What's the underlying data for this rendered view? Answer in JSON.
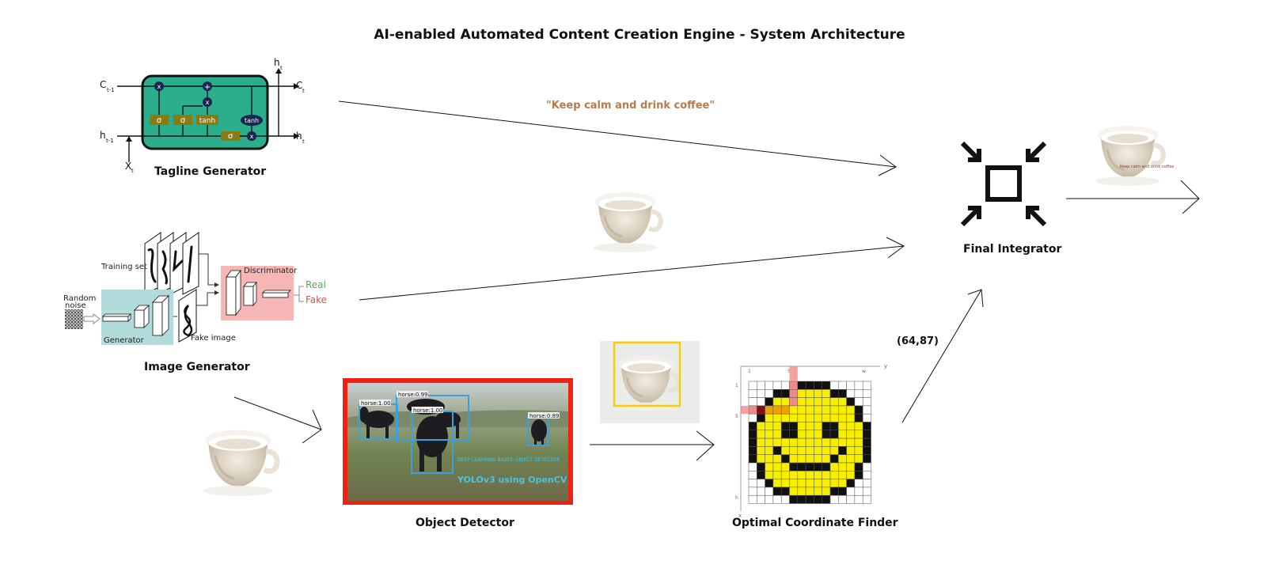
{
  "title": "AI-enabled Automated Content Creation Engine -  System Architecture",
  "tagline_quote": "\"Keep calm and drink coffee\"",
  "coordinate": "(64,87)",
  "labels": {
    "tagline_generator": "Tagline Generator",
    "image_generator": "Image Generator",
    "object_detector": "Object Detector",
    "coordinate_finder": "Optimal Coordinate Finder",
    "final_integrator": "Final Integrator"
  },
  "lstm": {
    "c_prev": "C",
    "c_prev_sub": "t-1",
    "h_prev": "h",
    "h_prev_sub": "t-1",
    "x_in": "X",
    "x_sub": "t",
    "c_out": "C",
    "c_out_sub": "t",
    "h_out": "h",
    "h_out_sub": "t",
    "h_top": "h",
    "h_top_sub": "t",
    "gate_sigma": "σ",
    "gate_tanh": "tanh",
    "op_mult": "x",
    "op_add": "+"
  },
  "gan": {
    "training_set": "Training set",
    "random_noise_1": "Random",
    "random_noise_2": "noise",
    "generator": "Generator",
    "fake_image": "Fake image",
    "discriminator": "Discriminator",
    "real": "Real",
    "fake": "Fake"
  },
  "detector": {
    "box1": "horse:1.00",
    "box2": "horse:0.99",
    "box3": "horse:1.00",
    "box4": "horse:0.89",
    "caption_small": "DEEP LEARNING BASED OBJECT DETECTOR",
    "caption": "YOLOv3 using OpenCV"
  },
  "grid": {
    "axis_y": "y",
    "axis_x": "x",
    "tick_1": "1",
    "tick_5": "5",
    "tick_w": "w",
    "tick_h": "h"
  },
  "final_output_caption": "Keep calm and drink coffee",
  "colors": {
    "lstm_fill": "#2bae8c",
    "gate_fill": "#8a7a12",
    "op_fill": "#1a2450",
    "discriminator_fill": "#f7b6b6",
    "generator_fill": "#b2dcdc",
    "detector_border": "#ee2211",
    "smiley_yellow": "#f7ee00",
    "highlight_red": "#f08a8a",
    "tagline_color": "#b87a4b",
    "box_blue": "#3aa0e0",
    "crop_yellow": "#f5d000"
  },
  "icons": [
    "cup-icon",
    "collapse-arrows-icon",
    "smiley-grid-icon",
    "horse-photo-icon"
  ]
}
